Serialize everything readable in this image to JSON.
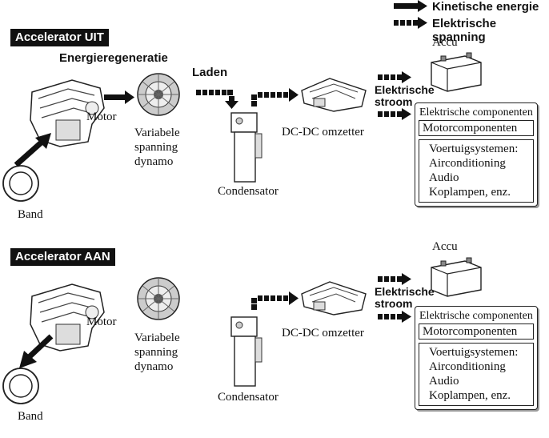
{
  "legend": {
    "kinetic_label": "Kinetische energie",
    "electric_label": "Elektrische spanning"
  },
  "panels": [
    {
      "title": "Accelerator UIT",
      "regen_label": "Energieregeneratie",
      "charge_label": "Laden",
      "motor_label": "Motor",
      "dynamo_label_1": "Variabele",
      "dynamo_label_2": "spanning",
      "dynamo_label_3": "dynamo",
      "condenser_label": "Condensator",
      "dcdc_label": "DC-DC omzetter",
      "battery_label": "Accu",
      "current_label_1": "Elektrische",
      "current_label_2": "stroom",
      "belt_label": "Band",
      "components": {
        "header": "Elektrische componenten",
        "motor_components": "Motorcomponenten",
        "vehicle_systems": "Voertuigsystemen:",
        "item1": "Airconditioning",
        "item2": "Audio",
        "item3": "Koplampen, enz."
      }
    },
    {
      "title": "Accelerator AAN",
      "motor_label": "Motor",
      "dynamo_label_1": "Variabele",
      "dynamo_label_2": "spanning",
      "dynamo_label_3": "dynamo",
      "condenser_label": "Condensator",
      "dcdc_label": "DC-DC omzetter",
      "battery_label": "Accu",
      "current_label_1": "Elektrische",
      "current_label_2": "stroom",
      "belt_label": "Band",
      "components": {
        "header": "Elektrische componenten",
        "motor_components": "Motorcomponenten",
        "vehicle_systems": "Voertuigsystemen:",
        "item1": "Airconditioning",
        "item2": "Audio",
        "item3": "Koplampen, enz."
      }
    }
  ]
}
